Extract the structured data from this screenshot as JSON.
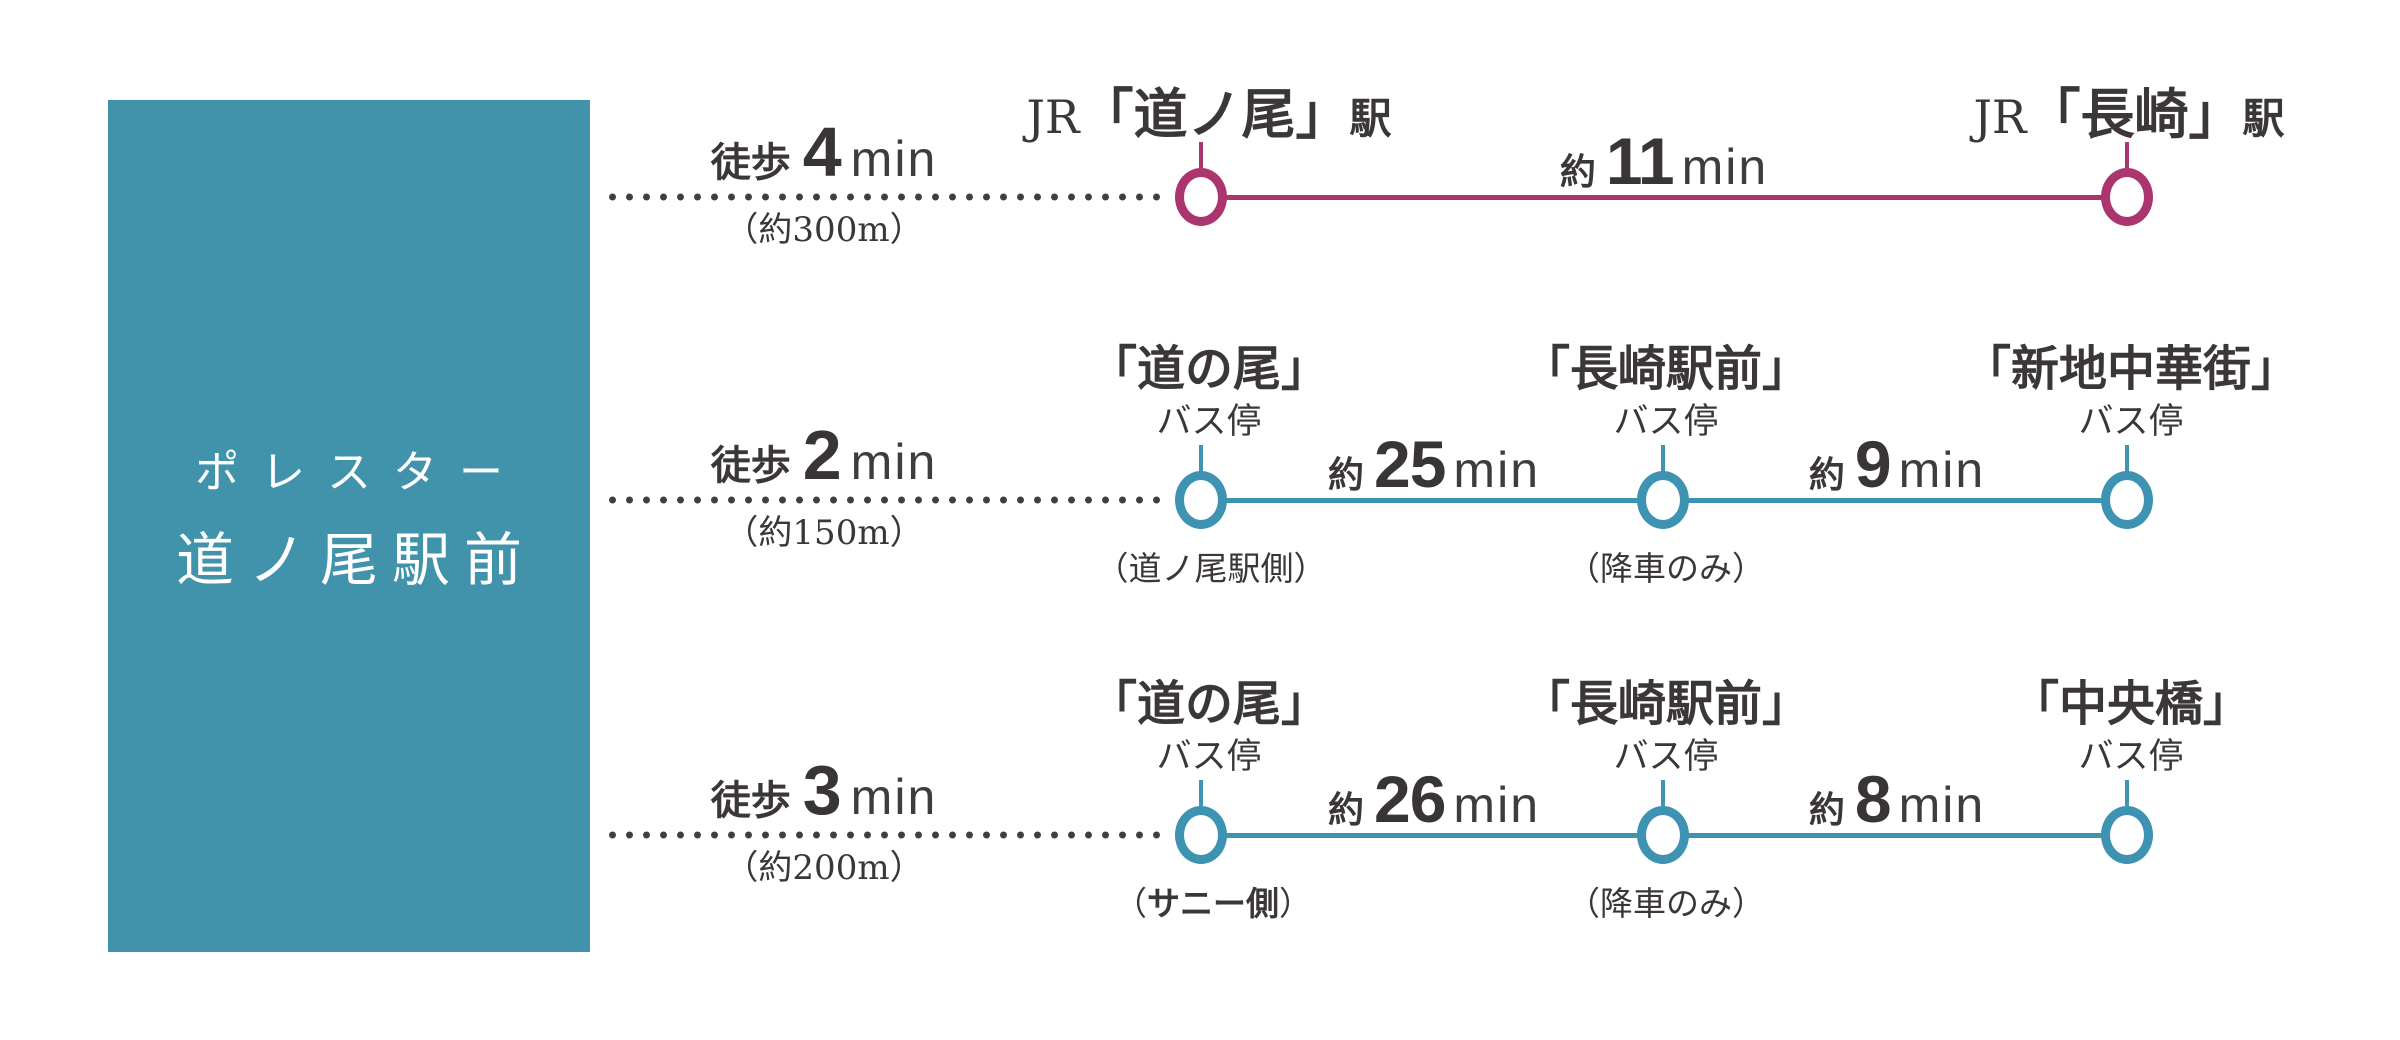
{
  "colors": {
    "property_box_teal": "#4193ac",
    "bus_route_teal": "#3e93b2",
    "train_route_magenta": "#ab366f",
    "text_dark": "#3a363a"
  },
  "property": {
    "line1": "ポレスター",
    "line2": "道ノ尾駅前"
  },
  "routes": [
    {
      "id": "jr-line",
      "walk": {
        "mode": "徒歩",
        "minutes": "4",
        "unit": "min",
        "distance": "（約300m）"
      },
      "rides": [
        {
          "approx": "約",
          "minutes": "11",
          "unit": "min"
        }
      ],
      "stops": [
        {
          "pre": "JR",
          "name": "「道ノ尾」",
          "suffix": "駅"
        },
        {
          "pre": "JR",
          "name": "「長崎」",
          "suffix": "駅"
        }
      ]
    },
    {
      "id": "bus-shinchi",
      "walk": {
        "mode": "徒歩",
        "minutes": "2",
        "unit": "min",
        "distance": "（約150m）"
      },
      "rides": [
        {
          "approx": "約",
          "minutes": "25",
          "unit": "min"
        },
        {
          "approx": "約",
          "minutes": "9",
          "unit": "min"
        }
      ],
      "stops": [
        {
          "name": "「道の尾」",
          "type": "バス停",
          "note_open": "（",
          "note_body": "道ノ尾駅側",
          "note_close": "）"
        },
        {
          "name": "「長崎駅前」",
          "type": "バス停",
          "note_open": "（",
          "note_body": "降車のみ",
          "note_close": "）"
        },
        {
          "name": "「新地中華街」",
          "type": "バス停"
        }
      ]
    },
    {
      "id": "bus-chuobashi",
      "walk": {
        "mode": "徒歩",
        "minutes": "3",
        "unit": "min",
        "distance": "（約200m）"
      },
      "rides": [
        {
          "approx": "約",
          "minutes": "26",
          "unit": "min"
        },
        {
          "approx": "約",
          "minutes": "8",
          "unit": "min"
        }
      ],
      "stops": [
        {
          "name": "「道の尾」",
          "type": "バス停",
          "note_open": "（",
          "note_body": "サニー側",
          "note_close": "）"
        },
        {
          "name": "「長崎駅前」",
          "type": "バス停",
          "note_open": "（",
          "note_body": "降車のみ",
          "note_close": "）"
        },
        {
          "name": "「中央橋」",
          "type": "バス停"
        }
      ]
    }
  ]
}
